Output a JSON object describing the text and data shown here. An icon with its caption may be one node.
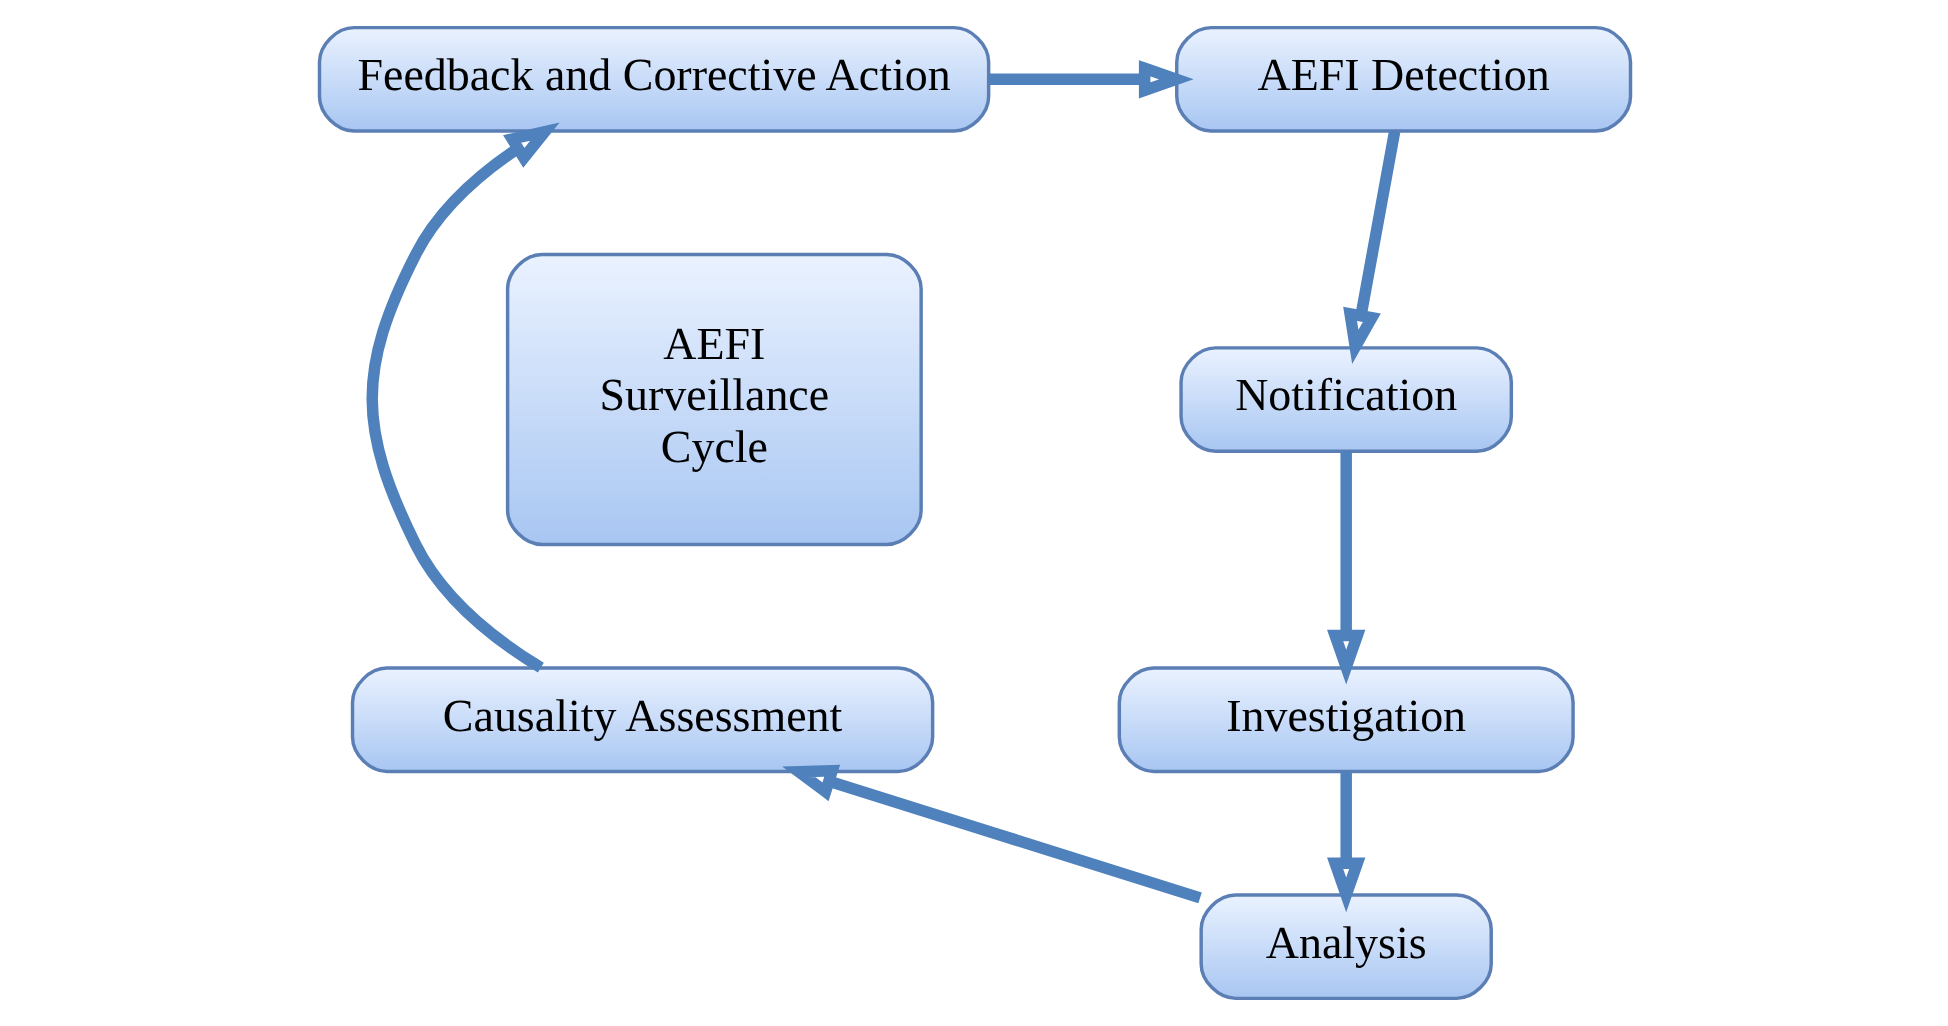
{
  "diagram": {
    "nodes": [
      {
        "text": [
          "AEFI Detection"
        ]
      },
      {
        "text": [
          "Notification"
        ]
      },
      {
        "text": [
          "Investigation"
        ]
      },
      {
        "text": [
          "Analysis"
        ]
      },
      {
        "text": [
          "Causality Assessment"
        ]
      },
      {
        "text": [
          "Feedback and Corrective Action"
        ]
      },
      {
        "text": [
          "AEFI Surveillance Cycle"
        ]
      }
    ],
    "edges": [
      {
        "from": 0,
        "to": 1,
        "arrow": "to"
      },
      {
        "from": 1,
        "to": 2,
        "arrow": "to"
      },
      {
        "from": 2,
        "to": 3,
        "arrow": "to"
      },
      {
        "from": 3,
        "to": 4,
        "arrow": "to"
      },
      {
        "from": 4,
        "to": 5,
        "arrow": "to"
      },
      {
        "from": 5,
        "to": 0,
        "arrow": "to"
      }
    ]
  }
}
